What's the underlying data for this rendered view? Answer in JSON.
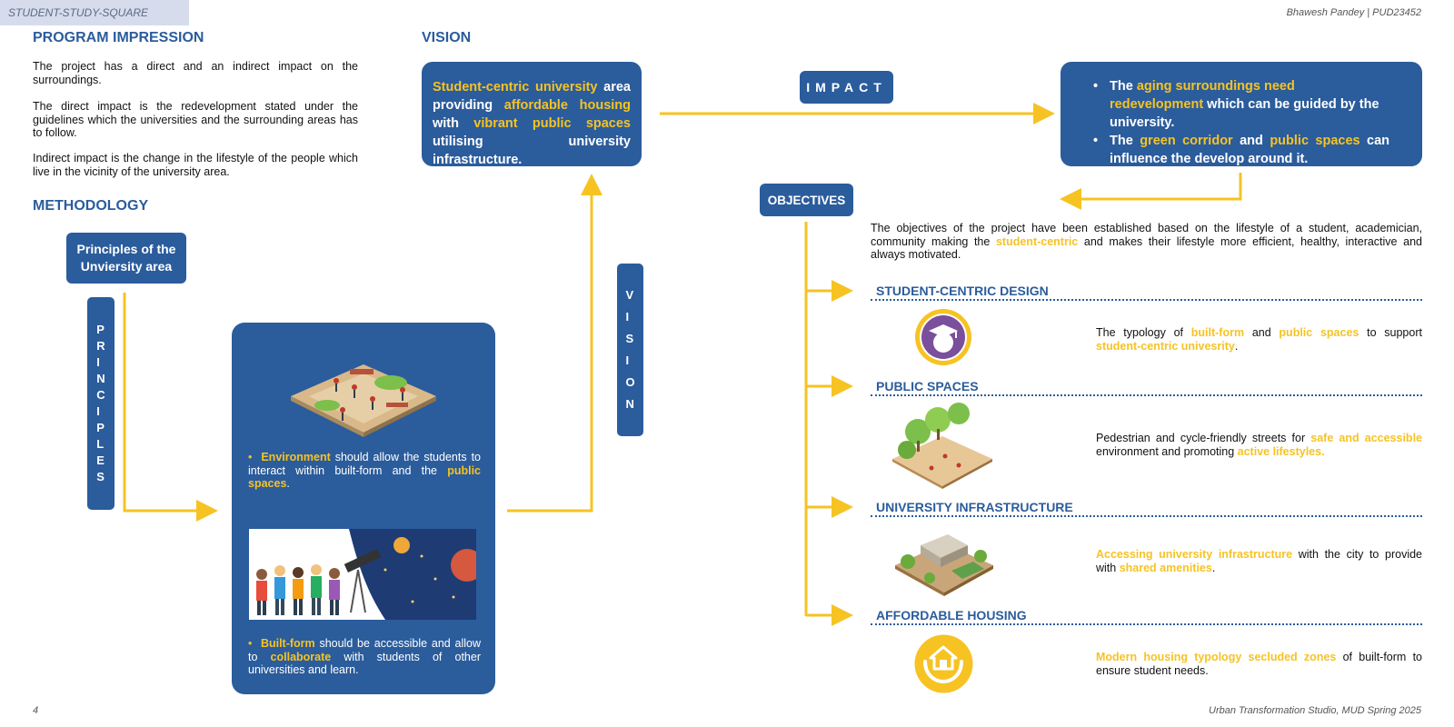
{
  "header": {
    "tag": "STUDENT-STUDY-SQUARE",
    "author": "Bhawesh Pandey | PUD23452"
  },
  "footer": {
    "page": "4",
    "studio": "Urban Transformation Studio, MUD Spring 2025"
  },
  "program": {
    "heading": "PROGRAM IMPRESSION",
    "p1": "The project has a direct and an indirect impact on the surroundings.",
    "p2": "The direct impact is the redevelopment stated under the guidelines which the universities and the surrounding areas has to follow.",
    "p3": "Indirect impact is the change in the lifestyle of the people which live in the vicinity of the university area."
  },
  "methodology": {
    "heading": "METHODOLOGY",
    "principles_box": "Principles of the Unviersity area",
    "principles_vertical": "PRINCIPLES",
    "card": {
      "b1_hl1": "Environment",
      "b1_t1": " should allow the students to interact within built-form and the ",
      "b1_hl2": "public spaces",
      "b1_t2": ".",
      "b2_hl1": "Built-form",
      "b2_t1": " should be accessible and allow to ",
      "b2_hl2": "collaborate",
      "b2_t2": " with students of other universities and learn."
    }
  },
  "vision": {
    "heading": "VISION",
    "vertical": "VISION",
    "box": {
      "hl1": "Student-centric university",
      "t1": " area providing ",
      "hl2": "affordable housing",
      "t2": " with ",
      "hl3": "vibrant public spaces",
      "t3": " utilising university infrastructure."
    }
  },
  "impact": {
    "label": "IMPACT",
    "b1_t1": "The ",
    "b1_hl": "aging surroundings need redevelopment",
    "b1_t2": " which can be guided by the university.",
    "b2_t1": "The ",
    "b2_hl1": "green corridor",
    "b2_t2": " and ",
    "b2_hl2": "public spaces",
    "b2_t3": " can influence the develop around it."
  },
  "objectives": {
    "label": "OBJECTIVES",
    "intro_t1": "The objectives of the project have been established based on the lifestyle of a student, academician, community making the ",
    "intro_hl": "student-centric",
    "intro_t2": " and makes their lifestyle more efficient, healthy, interactive and always motivated.",
    "items": [
      {
        "title": "STUDENT-CENTRIC DESIGN",
        "t1": "The typology of ",
        "hl1": "built-form",
        "t2": " and ",
        "hl2": "public spaces",
        "t3": " to support ",
        "hl3": "student-centric univesrity",
        "t4": "."
      },
      {
        "title": "PUBLIC SPACES",
        "t1": "Pedestrian and cycle-friendly streets for ",
        "hl1": "safe and accessible",
        "t2": " environment and promoting ",
        "hl2": "active lifestyles."
      },
      {
        "title": "UNIVERSITY INFRASTRUCTURE",
        "hl1": "Accessing university infrastructure",
        "t1": " with the city to provide with ",
        "hl2": "shared amenities",
        "t2": "."
      },
      {
        "title": "AFFORDABLE HOUSING",
        "hl1": "Modern housing typology secluded zones",
        "t1": " of built-form to ensure student needs."
      }
    ]
  },
  "colors": {
    "blue": "#2b5c9c",
    "yellow": "#f6c323",
    "tag_bg": "#d6dceb"
  }
}
